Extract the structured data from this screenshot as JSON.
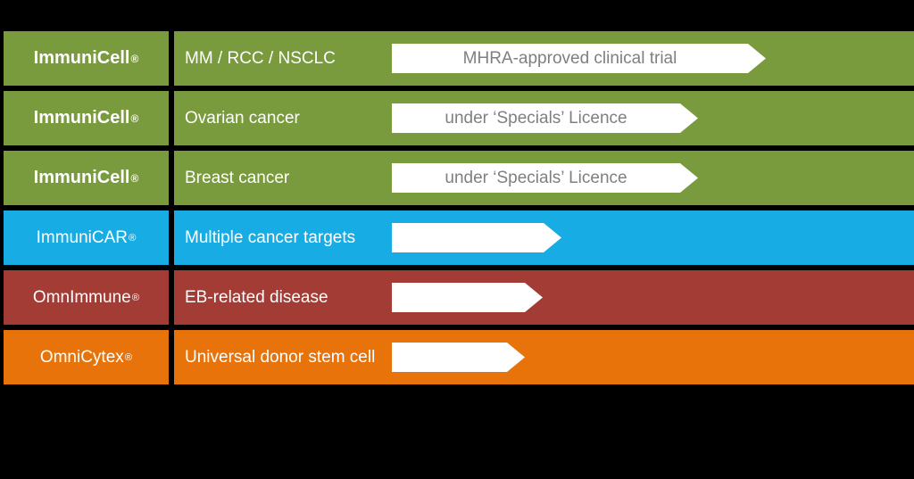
{
  "canvas": {
    "background": "#000000",
    "arrow_fill": "#ffffff",
    "arrow_text_color": "#7f7f7f"
  },
  "rows": [
    {
      "product": "ImmuniCell",
      "reg": "®",
      "bold": true,
      "color": "#7A9A3E",
      "indication": "MM / RCC / NSCLC",
      "stage": "MHRA-approved clinical trial",
      "arrow_width": 419
    },
    {
      "product": "ImmuniCell",
      "reg": "®",
      "bold": true,
      "color": "#7A9A3E",
      "indication": "Ovarian cancer",
      "stage": "under ‘Specials’ Licence",
      "arrow_width": 343
    },
    {
      "product": "ImmuniCell",
      "reg": "®",
      "bold": true,
      "color": "#7A9A3E",
      "indication": "Breast cancer",
      "stage": "under ‘Specials’ Licence",
      "arrow_width": 343
    },
    {
      "product": "ImmuniCAR",
      "reg": "®",
      "bold": false,
      "color": "#17ADE4",
      "indication": "Multiple cancer targets",
      "stage": "",
      "arrow_width": 190
    },
    {
      "product": "OmnImmune",
      "reg": "®",
      "bold": false,
      "color": "#A23C35",
      "indication": "EB-related disease",
      "stage": "",
      "arrow_width": 169
    },
    {
      "product": "OmniCytex",
      "reg": "®",
      "bold": false,
      "color": "#E8730B",
      "indication": "Universal donor stem cell",
      "stage": "",
      "arrow_width": 149
    }
  ]
}
